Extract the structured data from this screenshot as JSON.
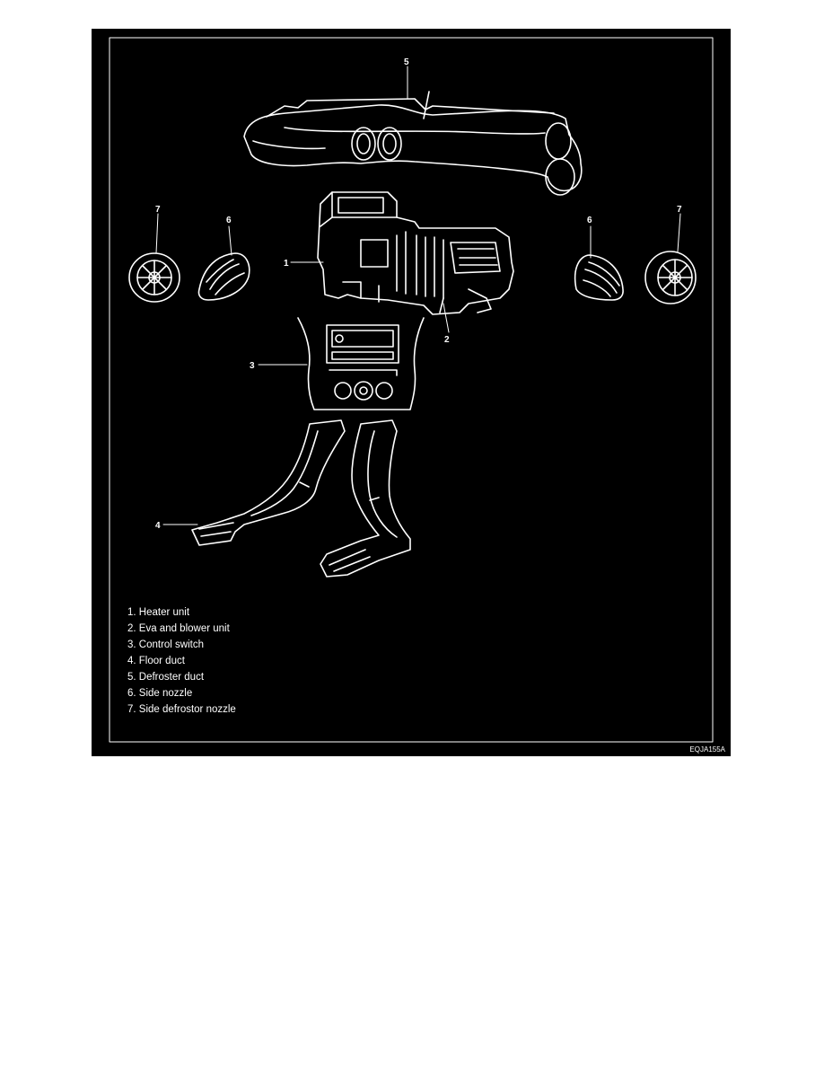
{
  "figure_code": "EQJA155A",
  "callouts": [
    "1",
    "2",
    "3",
    "4",
    "5",
    "6",
    "7"
  ],
  "legend": [
    "1. Heater unit",
    "2. Eva and blower unit",
    "3. Control switch",
    "4. Floor duct",
    "5. Defroster duct",
    "6. Side nozzle",
    "7. Side defrostor nozzle"
  ]
}
